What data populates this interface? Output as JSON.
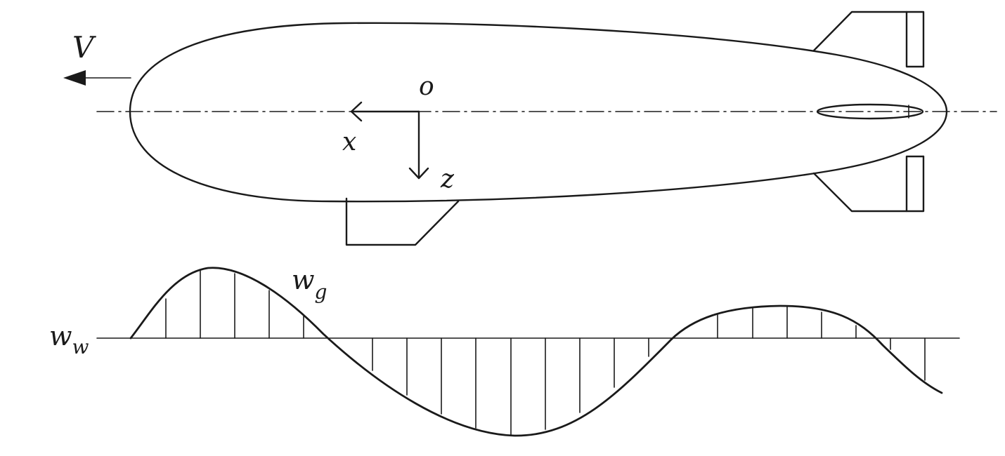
{
  "labels": {
    "velocity": "V",
    "origin": "o",
    "x_axis": "x",
    "z_axis": "z",
    "gust_main": "w",
    "gust_sub": "g",
    "wind_main": "w",
    "wind_sub": "w"
  },
  "colors": {
    "ink": "#1a1a1a",
    "background": "#ffffff"
  },
  "icons": {
    "velocity_arrow": "arrow-left-icon"
  }
}
